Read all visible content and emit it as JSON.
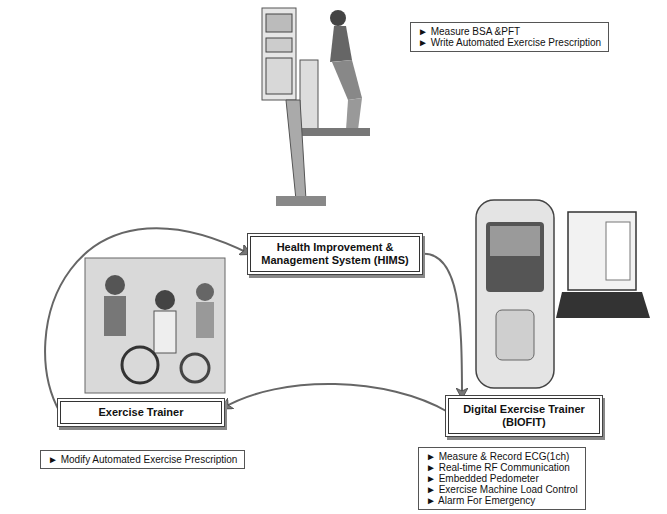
{
  "diagram": {
    "nodes": [
      {
        "text": [
          "► Measure BSA &PFT",
          "► Write Automated Exercise Prescription"
        ]
      },
      {
        "text": [
          "Health Improvement & Management System (HIMS)"
        ]
      },
      {
        "text": [
          "Digital Exercise Trainer (BIOFIT)"
        ]
      },
      {
        "text": [
          "► Measure & Record ECG(1ch)",
          "► Real-time RF Communication",
          "► Embedded Pedometer",
          "► Exercise Machine Load Control",
          "► Alarm For Emergency"
        ]
      },
      {
        "text": [
          "Exercise Trainer"
        ]
      },
      {
        "text": [
          "► Modify Automated Exercise Prescription"
        ]
      }
    ],
    "edges": [
      {
        "from": 1,
        "to": 2,
        "arrow": "to"
      },
      {
        "from": 2,
        "to": 4,
        "arrow": "to"
      },
      {
        "from": 4,
        "to": 1,
        "arrow": "to"
      }
    ]
  }
}
